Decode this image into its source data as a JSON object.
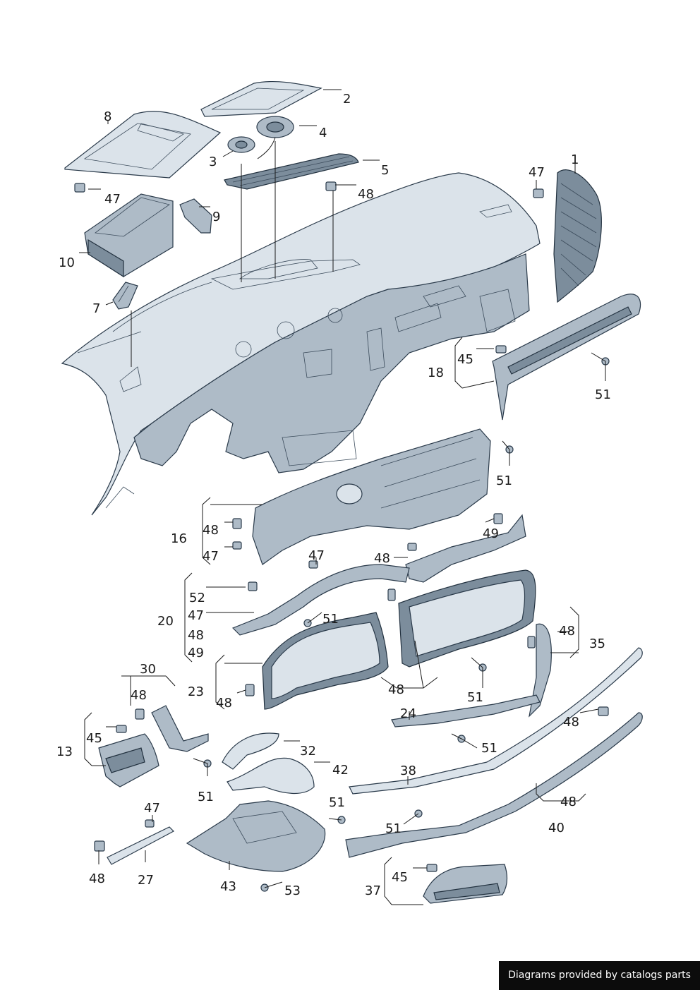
{
  "labels": {
    "l1": "1",
    "l2": "2",
    "l3": "3",
    "l4": "4",
    "l5": "5",
    "l7": "7",
    "l8": "8",
    "l9": "9",
    "l10": "10",
    "l13": "13",
    "l16": "16",
    "l18": "18",
    "l20": "20",
    "l23": "23",
    "l24": "24",
    "l27": "27",
    "l30": "30",
    "l32": "32",
    "l35": "35",
    "l37": "37",
    "l38": "38",
    "l40": "40",
    "l42": "42",
    "l43": "43",
    "l45a": "45",
    "l45b": "45",
    "l45c": "45",
    "l47a": "47",
    "l47b": "47",
    "l47c": "47",
    "l47d": "47",
    "l47e": "47",
    "l47f": "47",
    "l48a": "48",
    "l48b": "48",
    "l48c": "48",
    "l48d": "48",
    "l48e": "48",
    "l48f": "48",
    "l48g": "48",
    "l48h": "48",
    "l48i": "48",
    "l48j": "48",
    "l48k": "48",
    "l48l": "48",
    "l49a": "49",
    "l49b": "49",
    "l51a": "51",
    "l51b": "51",
    "l51c": "51",
    "l51d": "51",
    "l51e": "51",
    "l51f": "51",
    "l51g": "51",
    "l51h": "51",
    "l52": "52",
    "l53": "53"
  },
  "footer": "Diagrams provided by catalogs parts"
}
